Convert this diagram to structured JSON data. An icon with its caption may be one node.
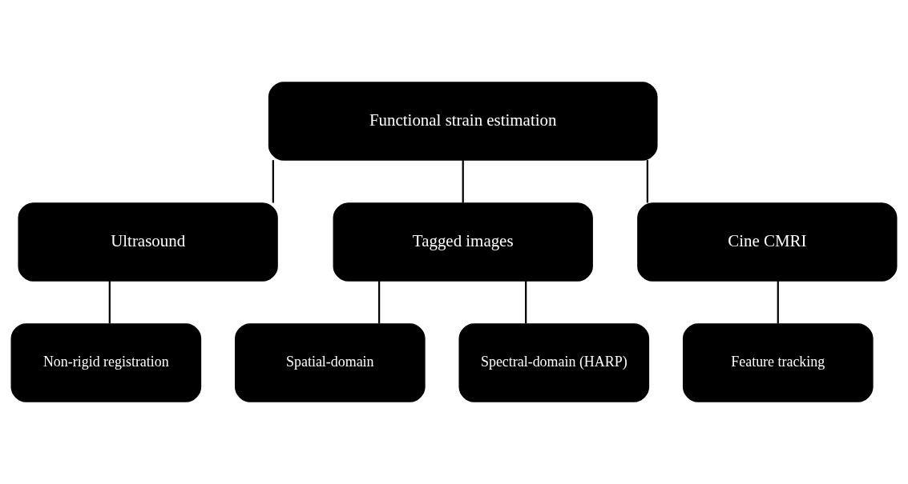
{
  "diagram": {
    "nodes": [
      {
        "text": [
          "Functional strain estimation"
        ]
      },
      {
        "text": [
          "Ultrasound"
        ]
      },
      {
        "text": [
          "Tagged images"
        ]
      },
      {
        "text": [
          "Cine CMRI"
        ]
      },
      {
        "text": [
          "Non-rigid registration"
        ]
      },
      {
        "text": [
          "Spatial-domain"
        ]
      },
      {
        "text": [
          "Spectral-domain (HARP)"
        ]
      },
      {
        "text": [
          "Feature tracking"
        ]
      }
    ],
    "edges": [
      {
        "from": 0,
        "to": 1,
        "arrow": "none"
      },
      {
        "from": 0,
        "to": 2,
        "arrow": "none"
      },
      {
        "from": 0,
        "to": 3,
        "arrow": "none"
      },
      {
        "from": 1,
        "to": 4,
        "arrow": "none"
      },
      {
        "from": 2,
        "to": 5,
        "arrow": "none"
      },
      {
        "from": 2,
        "to": 6,
        "arrow": "none"
      },
      {
        "from": 3,
        "to": 7,
        "arrow": "none"
      }
    ]
  }
}
